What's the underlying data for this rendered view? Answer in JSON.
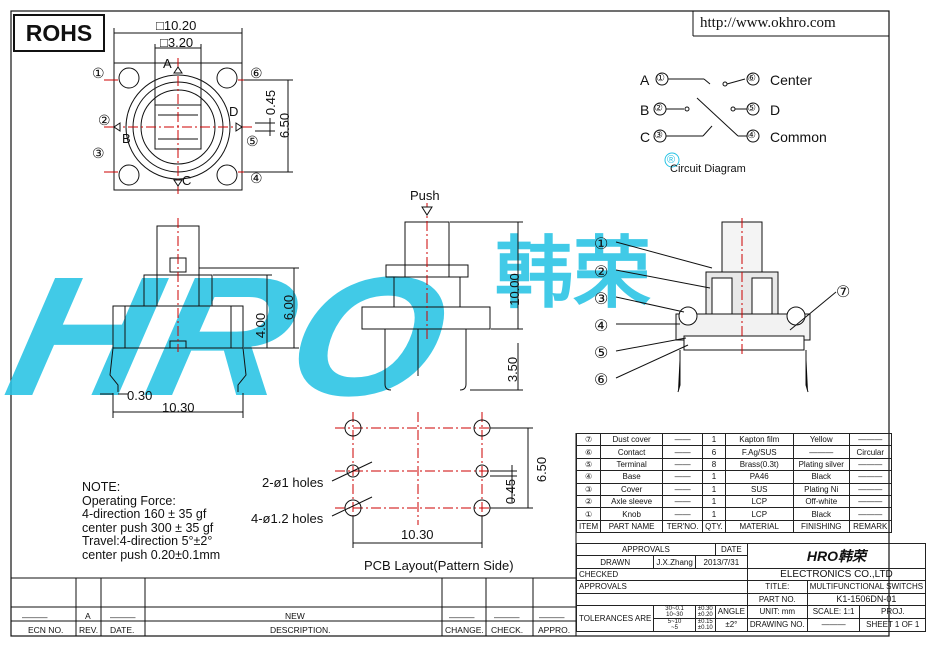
{
  "header": {
    "rohs": "ROHS",
    "url": "http://www.okhro.com"
  },
  "watermark": {
    "logo": "HRO",
    "chinese": "韩荣",
    "color": "#27c3e4"
  },
  "top_view": {
    "dim_outer": "□10.20",
    "dim_inner": "□3.20",
    "dim_045": "0.45",
    "dim_650": "6.50",
    "dir_a": "A",
    "dir_b": "B",
    "dir_c": "C",
    "dir_d": "D",
    "pins": [
      "①",
      "②",
      "③",
      "④",
      "⑤",
      "⑥"
    ]
  },
  "circuit": {
    "a": "A",
    "b": "B",
    "c": "C",
    "p1": "①",
    "p2": "②",
    "p3": "③",
    "p4": "④",
    "p5": "⑤",
    "p6": "⑥",
    "center": "Center",
    "d": "D",
    "common": "Common",
    "caption": "Circuit Diagram",
    "mark": "®"
  },
  "side_view": {
    "dim_400": "4.00",
    "dim_600": "6.00",
    "dim_030": "0.30",
    "dim_1030": "10.30"
  },
  "front_view": {
    "push": "Push",
    "dim_1000": "10.00",
    "dim_350": "3.50"
  },
  "section_view": {
    "callouts": [
      "①",
      "②",
      "③",
      "④",
      "⑤",
      "⑥",
      "⑦"
    ]
  },
  "pcb": {
    "holes_small": "2-ø1 holes",
    "holes_large": "4-ø1.2 holes",
    "dim_650": "6.50",
    "dim_045": "0.45",
    "dim_1030": "10.30",
    "caption": "PCB Layout(Pattern Side)"
  },
  "note": {
    "title": "NOTE:",
    "lines": [
      "Operating Force:",
      "4-direction 160 ± 35 gf",
      "center push 300 ± 35 gf",
      "Travel:4-direction 5°±2°",
      "center push 0.20±0.1mm"
    ]
  },
  "bom": {
    "rows": [
      {
        "item": "⑦",
        "name": "Dust cover",
        "ter": "——",
        "qty": "1",
        "material": "Kapton film",
        "finishing": "Yellow",
        "remark": "———"
      },
      {
        "item": "⑥",
        "name": "Contact",
        "ter": "——",
        "qty": "6",
        "material": "F.Ag/SUS",
        "finishing": "———",
        "remark": "Circular"
      },
      {
        "item": "⑤",
        "name": "Terminal",
        "ter": "——",
        "qty": "8",
        "material": "Brass(0.3t)",
        "finishing": "Plating silver",
        "remark": "———"
      },
      {
        "item": "④",
        "name": "Base",
        "ter": "——",
        "qty": "1",
        "material": "PA46",
        "finishing": "Black",
        "remark": "———"
      },
      {
        "item": "③",
        "name": "Cover",
        "ter": "——",
        "qty": "1",
        "material": "SUS",
        "finishing": "Plating Ni",
        "remark": "———"
      },
      {
        "item": "②",
        "name": "Axle sleeve",
        "ter": "——",
        "qty": "1",
        "material": "LCP",
        "finishing": "Off-white",
        "remark": "———"
      },
      {
        "item": "①",
        "name": "Knob",
        "ter": "——",
        "qty": "1",
        "material": "LCP",
        "finishing": "Black",
        "remark": "———"
      }
    ],
    "headers": {
      "item": "ITEM",
      "name": "PART NAME",
      "ter": "TER'NO.",
      "qty": "QTY.",
      "material": "MATERIAL",
      "finishing": "FINISHING",
      "remark": "REMARK"
    }
  },
  "title_block": {
    "approvals": "APPROVALS",
    "date": "DATE",
    "drawn": "DRAWN",
    "drawn_by": "J.X.Zhang",
    "drawn_date": "2013/7/31",
    "checked": "CHECKED",
    "approvals2": "APPROVALS",
    "company": "ELECTRONICS CO.,LTD",
    "logo": "HRO韩荣",
    "title_label": "TITLE:",
    "title": "MULTIFUNCTIONAL SWITCHS",
    "part_label": "PART NO.",
    "part_no": "K1-1506DN-01",
    "tolerances": "TOLERANCES ARE",
    "tol_ranges": [
      "30~0.1",
      "10~30",
      "5~10",
      "~5"
    ],
    "tol_values": [
      "±0.30",
      "±0.20",
      "±0.15",
      "±0.10"
    ],
    "angle": "ANGLE",
    "angle_tol": "±2°",
    "unit": "UNIT: mm",
    "scale": "SCALE: 1:1",
    "proj": "PROJ.",
    "drawing_no": "DRAWING NO.",
    "drawing_no_val": "———",
    "sheet": "SHEET  1 OF 1"
  },
  "revision": {
    "rev": "A",
    "desc": "NEW",
    "ecn": "———",
    "date": "———",
    "change": "———",
    "check": "———",
    "appro": "———",
    "headers": {
      "ecn": "ECN NO.",
      "rev": "REV.",
      "date": "DATE.",
      "desc": "DESCRIPTION.",
      "change": "CHANGE.",
      "check": "CHECK.",
      "appro": "APPRO."
    }
  }
}
